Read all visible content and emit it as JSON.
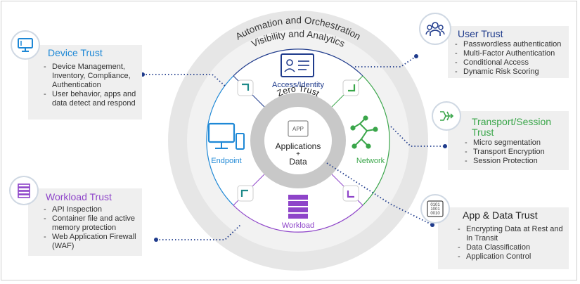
{
  "rings": {
    "outer": "Automation and Orchestration",
    "inner": "Visibility and Analytics"
  },
  "center": {
    "ring_label": "Zero Trust",
    "app_icon_text": "APP",
    "line1": "Applications",
    "line2": "+",
    "line3": "Data"
  },
  "segments": {
    "access": "Access/Identity",
    "endpoint": "Endpoint",
    "network": "Network",
    "workload": "Workload"
  },
  "panels": {
    "device": {
      "title": "Device Trust",
      "items": [
        "Device Management, Inventory, Compliance, Authentication",
        "User behavior, apps and data detect and respond"
      ]
    },
    "workload": {
      "title": "Workload Trust",
      "items": [
        "API Inspection",
        "Container file and active memory protection",
        "Web Application Firewall (WAF)"
      ]
    },
    "user": {
      "title": "User Trust",
      "items": [
        "Passwordless authentication",
        "Multi-Factor Authentication",
        "Conditional Access",
        "Dynamic Risk Scoring"
      ]
    },
    "transport": {
      "title_line1": "Transport/Session",
      "title_line2": "Trust",
      "items": [
        "Micro segmentation",
        "Transport Encryption",
        "Session Protection"
      ]
    },
    "appdata": {
      "title": "App & Data Trust",
      "icon_text": [
        "0101",
        "1001",
        "0010"
      ],
      "items": [
        "Encrypting Data at Rest and In Transit",
        "Data Classification",
        "Application Control"
      ]
    }
  },
  "colors": {
    "device": "#1e88d6",
    "workload": "#8e44c9",
    "user": "#1f3b8c",
    "transport": "#3aa64a",
    "appdata": "#222222",
    "connector": "#1f3b8c",
    "ring_outer": "#e4e4e4",
    "ring_inner": "#f1f1f1",
    "center_ring": "#c8c8c8"
  }
}
